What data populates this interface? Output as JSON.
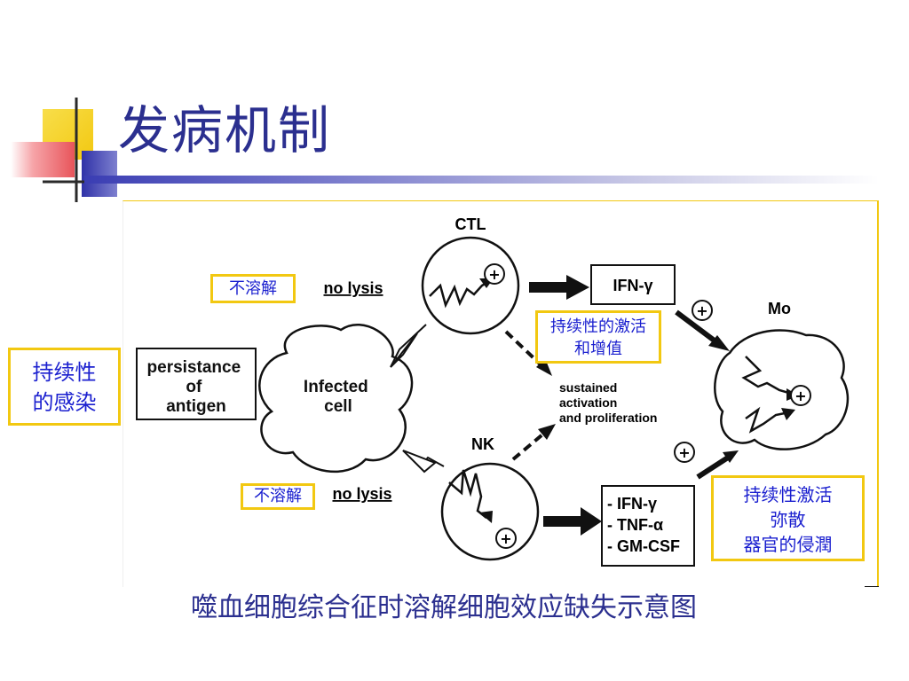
{
  "slide": {
    "title": "发病机制",
    "caption": "噬血细胞综合征时溶解细胞效应缺失示意图"
  },
  "figure": {
    "ctl_label": "CTL",
    "nk_label": "NK",
    "mo_label": "Mo",
    "infected_cell": [
      "Infected",
      "cell"
    ],
    "persistance": [
      "persistance",
      "of",
      "antigen"
    ],
    "no_lysis_top": "no lysis",
    "no_lysis_bottom": "no lysis",
    "ifn_box": "IFN-γ",
    "cytokine_box": [
      "- IFN-γ",
      "- TNF-α",
      "- GM-CSF"
    ],
    "sustained": [
      "sustained",
      "activation",
      "and proliferation"
    ],
    "plus": "+"
  },
  "annotations": {
    "persistent_infection": [
      "持续性",
      "的感染"
    ],
    "insoluble_top": "不溶解",
    "insoluble_bottom": "不溶解",
    "sustained_activation": [
      "持续性的激活",
      "和增值"
    ],
    "mo_activation": [
      "持续性激活",
      "弥散",
      "器官的侵潤"
    ]
  },
  "colors": {
    "title": "#2b2f8f",
    "annotation_border": "#f2c811",
    "annotation_text": "#1a1fcf",
    "deco_yellow": "#f6d21c",
    "deco_blue": "#3a3db3",
    "deco_red": "#e8545a"
  }
}
